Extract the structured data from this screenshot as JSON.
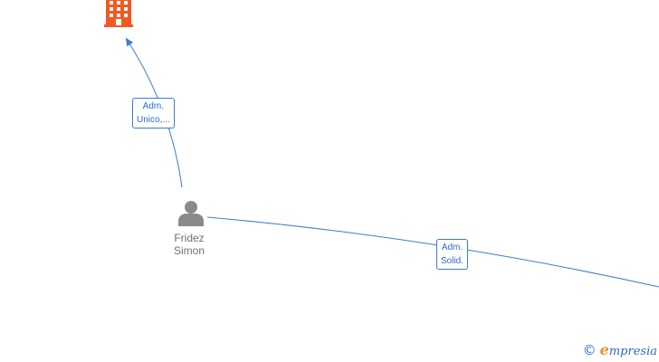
{
  "diagram": {
    "edges": [
      {
        "id": "edge-1",
        "label_line1": "Adm.",
        "label_line2": "Unico,..."
      },
      {
        "id": "edge-2",
        "label_line1": "Adm.",
        "label_line2": "Solid."
      }
    ],
    "person": {
      "line1": "Fridez",
      "line2": "Simon"
    },
    "icons": {
      "company": "building-icon",
      "person": "person-icon"
    },
    "colors": {
      "edge": "#3a7bd5",
      "company": "#f05a22",
      "person": "#8a8a8a",
      "brand_accent": "#f28c28"
    }
  },
  "watermark": {
    "symbol": "©",
    "brand_initial": "e",
    "brand_rest": "mpresia"
  }
}
